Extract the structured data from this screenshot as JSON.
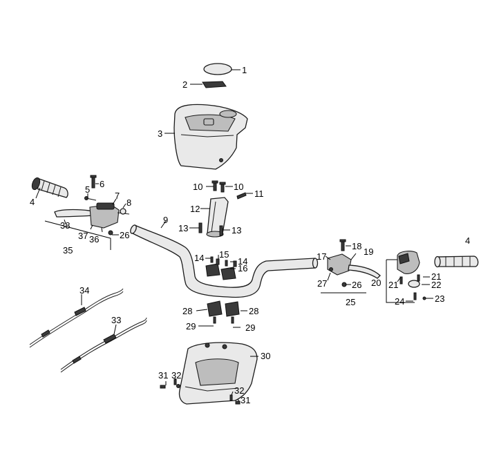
{
  "callouts": [
    {
      "id": "c1",
      "text": "1"
    },
    {
      "id": "c2",
      "text": "2"
    },
    {
      "id": "c3",
      "text": "3"
    },
    {
      "id": "c4a",
      "text": "4"
    },
    {
      "id": "c4b",
      "text": "4"
    },
    {
      "id": "c5",
      "text": "5"
    },
    {
      "id": "c6",
      "text": "6"
    },
    {
      "id": "c7",
      "text": "7"
    },
    {
      "id": "c8",
      "text": "8"
    },
    {
      "id": "c9",
      "text": "9"
    },
    {
      "id": "c10a",
      "text": "10"
    },
    {
      "id": "c10b",
      "text": "10"
    },
    {
      "id": "c11",
      "text": "11"
    },
    {
      "id": "c12",
      "text": "12"
    },
    {
      "id": "c13a",
      "text": "13"
    },
    {
      "id": "c13b",
      "text": "13"
    },
    {
      "id": "c14a",
      "text": "14"
    },
    {
      "id": "c14b",
      "text": "14"
    },
    {
      "id": "c15",
      "text": "15"
    },
    {
      "id": "c16",
      "text": "16"
    },
    {
      "id": "c17",
      "text": "17"
    },
    {
      "id": "c18",
      "text": "18"
    },
    {
      "id": "c19",
      "text": "19"
    },
    {
      "id": "c20",
      "text": "20"
    },
    {
      "id": "c21a",
      "text": "21"
    },
    {
      "id": "c21b",
      "text": "21"
    },
    {
      "id": "c22",
      "text": "22"
    },
    {
      "id": "c23",
      "text": "23"
    },
    {
      "id": "c24",
      "text": "24"
    },
    {
      "id": "c25",
      "text": "25"
    },
    {
      "id": "c26a",
      "text": "26"
    },
    {
      "id": "c26b",
      "text": "26"
    },
    {
      "id": "c27",
      "text": "27"
    },
    {
      "id": "c28a",
      "text": "28"
    },
    {
      "id": "c28b",
      "text": "28"
    },
    {
      "id": "c29a",
      "text": "29"
    },
    {
      "id": "c29b",
      "text": "29"
    },
    {
      "id": "c30",
      "text": "30"
    },
    {
      "id": "c31a",
      "text": "31"
    },
    {
      "id": "c31b",
      "text": "31"
    },
    {
      "id": "c32a",
      "text": "32"
    },
    {
      "id": "c32b",
      "text": "32"
    },
    {
      "id": "c33",
      "text": "33"
    },
    {
      "id": "c34",
      "text": "34"
    },
    {
      "id": "c35",
      "text": "35"
    },
    {
      "id": "c36",
      "text": "36"
    },
    {
      "id": "c37",
      "text": "37"
    },
    {
      "id": "c38",
      "text": "38"
    }
  ]
}
